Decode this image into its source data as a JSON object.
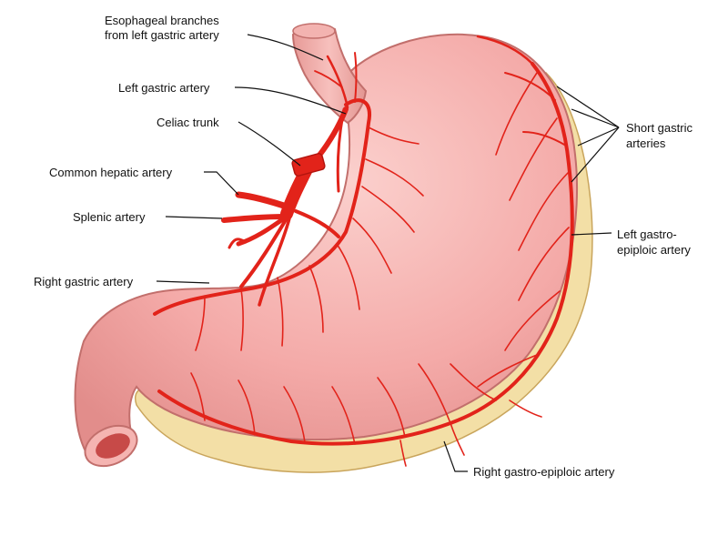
{
  "labels": {
    "esophageal": [
      "Esophageal branches",
      "from left gastric artery"
    ],
    "left_gastric": "Left gastric artery",
    "celiac": "Celiac trunk",
    "common_hepatic": "Common hepatic artery",
    "splenic": "Splenic artery",
    "right_gastric": "Right gastric artery",
    "short_gastric": [
      "Short gastric",
      "arteries"
    ],
    "left_gastroepiploic": [
      "Left gastro-",
      "epiploic artery"
    ],
    "right_gastroepiploic": "Right gastro-epiploic artery"
  },
  "colors": {
    "stomach_fill": "#f4aaa8",
    "stomach_outline": "#c26f6c",
    "fat_fill": "#f3dfa6",
    "fat_outline": "#c9a55c",
    "artery": "#e2231a",
    "artery_dark": "#b3150f",
    "lumen": "#c74a48"
  }
}
